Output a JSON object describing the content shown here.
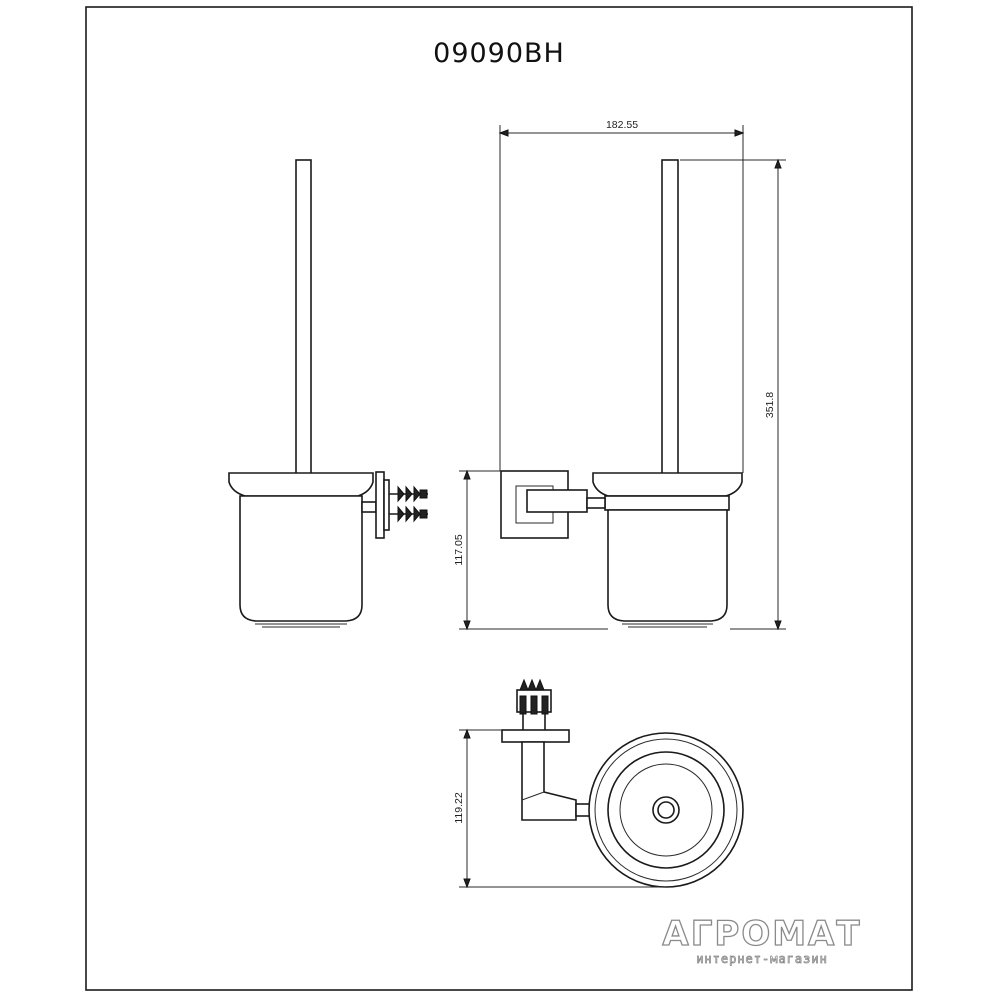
{
  "drawing": {
    "model_code": "09090BH",
    "dimensions": {
      "width": "182.55",
      "height": "351.8",
      "cup_height": "117.05",
      "depth": "119.22"
    }
  },
  "watermark": {
    "brand": "АГРОМАТ",
    "subtitle": "интернет-магазин"
  }
}
